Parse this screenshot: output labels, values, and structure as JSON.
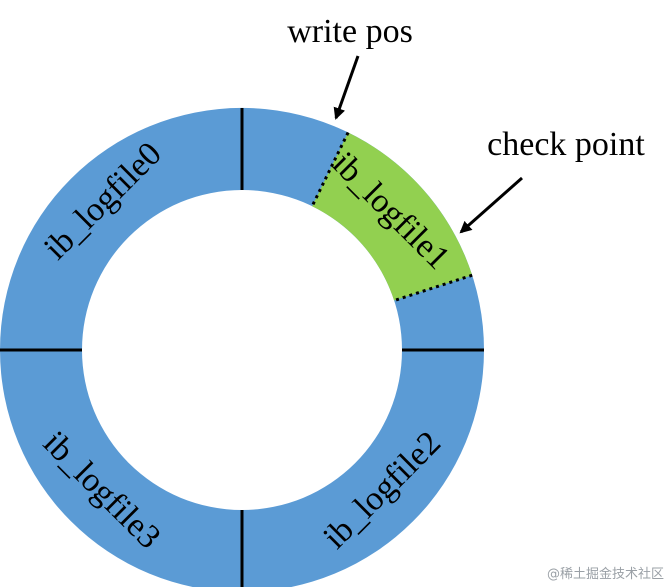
{
  "colors": {
    "ring": "#5b9bd5",
    "active": "#92d050",
    "divider": "#000000",
    "text": "#000000"
  },
  "diagram": {
    "segments": [
      {
        "id": "ib_logfile0",
        "label": "ib_logfile0"
      },
      {
        "id": "ib_logfile1",
        "label": "ib_logfile1"
      },
      {
        "id": "ib_logfile2",
        "label": "ib_logfile2"
      },
      {
        "id": "ib_logfile3",
        "label": "ib_logfile3"
      }
    ],
    "callouts": {
      "write_pos": "write pos",
      "check_point": "check point"
    }
  },
  "watermark": "@稀土掘金技术社区"
}
